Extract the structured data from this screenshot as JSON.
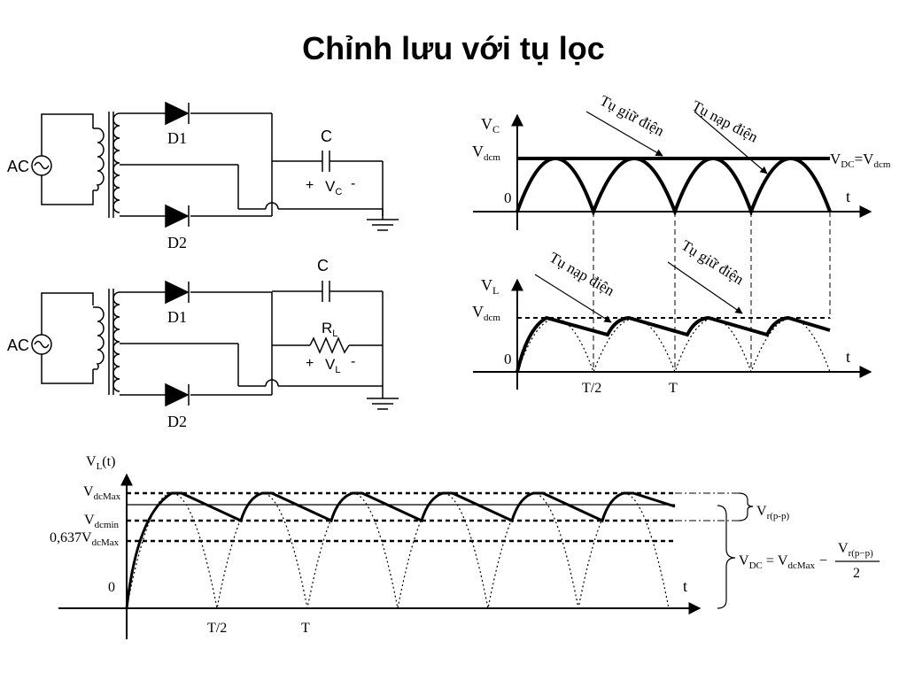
{
  "title": "Chỉnh lưu với tụ lọc",
  "circuit_top": {
    "source": "AC",
    "diode1": "D1",
    "diode2": "D2",
    "capacitor": "C",
    "plus": "+",
    "minus": "-",
    "voltage_main": "V",
    "voltage_sub": "C"
  },
  "circuit_bottom": {
    "source": "AC",
    "diode1": "D1",
    "diode2": "D2",
    "capacitor": "C",
    "resistor_main": "R",
    "resistor_sub": "L",
    "plus": "+",
    "minus": "-",
    "voltage_main": "V",
    "voltage_sub": "L"
  },
  "graph_vc": {
    "ylabel_main": "V",
    "ylabel_sub": "C",
    "peak_main": "V",
    "peak_sub": "dcm",
    "zero": "0",
    "t": "t",
    "vdc_a_main": "V",
    "vdc_a_sub": "DC",
    "vdc_eq": "=",
    "vdc_b_main": "V",
    "vdc_b_sub": "dcm",
    "annot_hold": "Tụ giữ điện",
    "annot_charge": "Tụ nạp điện"
  },
  "graph_vl": {
    "ylabel_main": "V",
    "ylabel_sub": "L",
    "peak_main": "V",
    "peak_sub": "dcm",
    "zero": "0",
    "t": "t",
    "tick_half": "T/2",
    "tick_full": "T",
    "annot_charge": "Tụ nạp điện",
    "annot_hold": "Tụ giữ điện"
  },
  "graph_bottom": {
    "ylabel_main": "V",
    "ylabel_sub": "L",
    "ylabel_tail": "(t)",
    "vmax_main": "V",
    "vmax_sub": "dcMax",
    "vmin_main": "V",
    "vmin_sub": "dcmin",
    "avg_prefix": "0,637V",
    "avg_sub": "dcMax",
    "zero": "0",
    "t": "t",
    "tick_half": "T/2",
    "tick_full": "T",
    "ripple_main": "V",
    "ripple_sub": "r(p-p)",
    "formula_lhs_main": "V",
    "formula_lhs_sub": "DC",
    "formula_eq": "=",
    "formula_a_main": "V",
    "formula_a_sub": "dcMax",
    "formula_minus": "−",
    "formula_num_main": "V",
    "formula_num_sub": "r(p−p)",
    "formula_den": "2"
  }
}
